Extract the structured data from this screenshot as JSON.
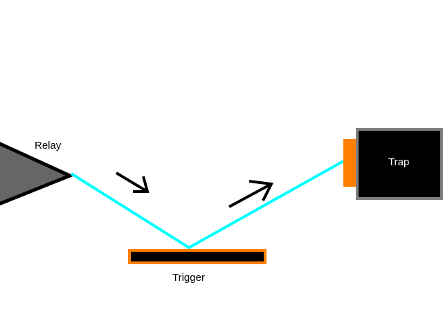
{
  "relay": {
    "label": "Relay",
    "fill": "#666666"
  },
  "trigger": {
    "label": "Trigger",
    "border": "#ff8000"
  },
  "trap": {
    "label": "Trap",
    "border": "#808080",
    "port": "#ff8000"
  },
  "beam": {
    "color": "#00ffff"
  }
}
